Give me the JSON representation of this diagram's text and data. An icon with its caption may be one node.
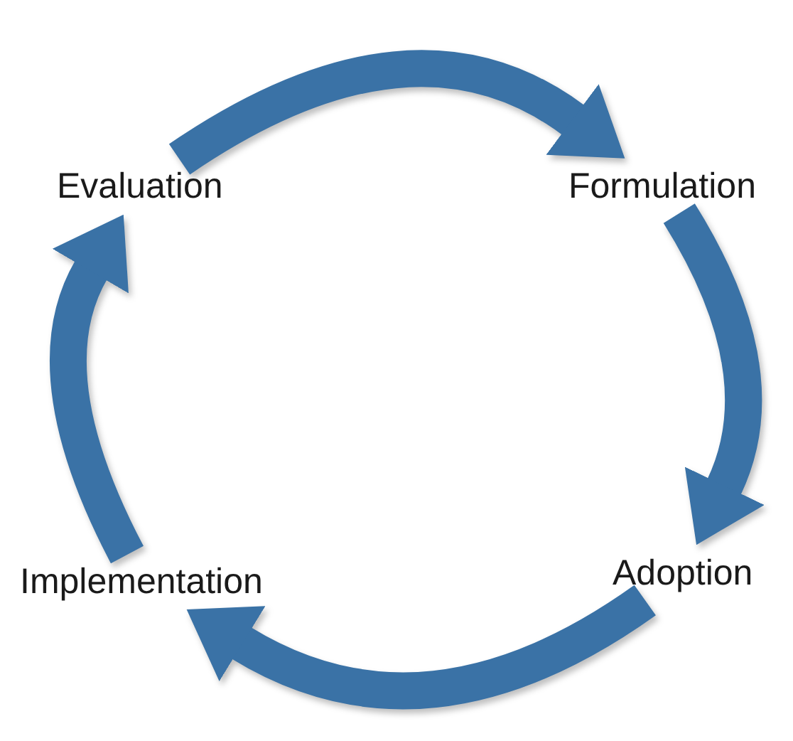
{
  "diagram": {
    "nodes": [
      {
        "text": [
          "Evaluation"
        ]
      },
      {
        "text": [
          "Formulation"
        ]
      },
      {
        "text": [
          "Adoption"
        ]
      },
      {
        "text": [
          "Implementation"
        ]
      }
    ],
    "edges": [
      {
        "from": 0,
        "to": 1,
        "arrow": "to"
      },
      {
        "from": 1,
        "to": 2,
        "arrow": "to"
      },
      {
        "from": 2,
        "to": 3,
        "arrow": "to"
      },
      {
        "from": 3,
        "to": 0,
        "arrow": "to"
      }
    ]
  }
}
